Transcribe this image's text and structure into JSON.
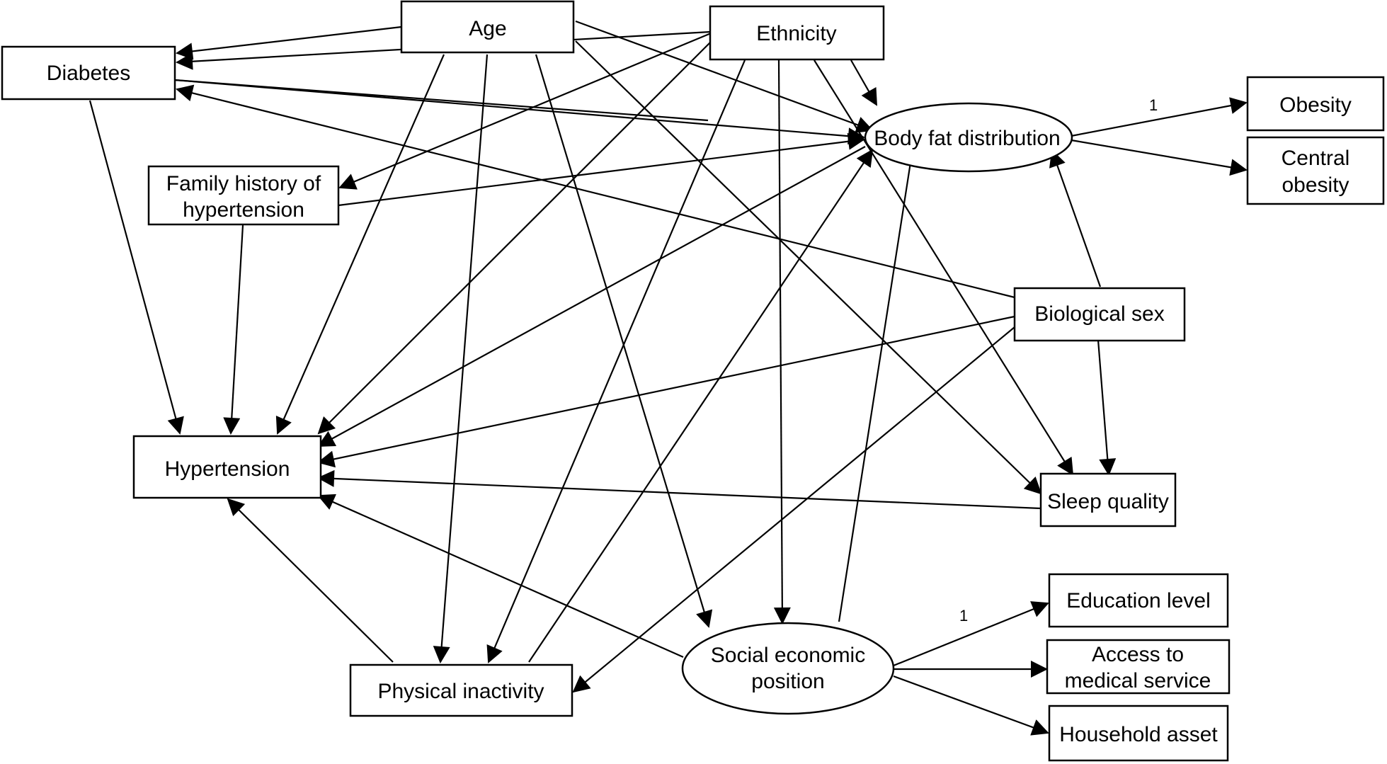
{
  "nodes": {
    "age": "Age",
    "ethnicity": "Ethnicity",
    "diabetes": "Diabetes",
    "family_history_line1": "Family history of",
    "family_history_line2": "hypertension",
    "body_fat": "Body fat distribution",
    "obesity": "Obesity",
    "central_obesity_line1": "Central",
    "central_obesity_line2": "obesity",
    "biological_sex": "Biological sex",
    "hypertension": "Hypertension",
    "sleep_quality": "Sleep quality",
    "education_level": "Education level",
    "access_line1": "Access to",
    "access_line2": "medical service",
    "household_asset": "Household asset",
    "ses_line1": "Social economic",
    "ses_line2": "position",
    "physical_inactivity": "Physical inactivity"
  },
  "edge_labels": {
    "bodyfat_obesity": "1",
    "ses_education": "1"
  }
}
